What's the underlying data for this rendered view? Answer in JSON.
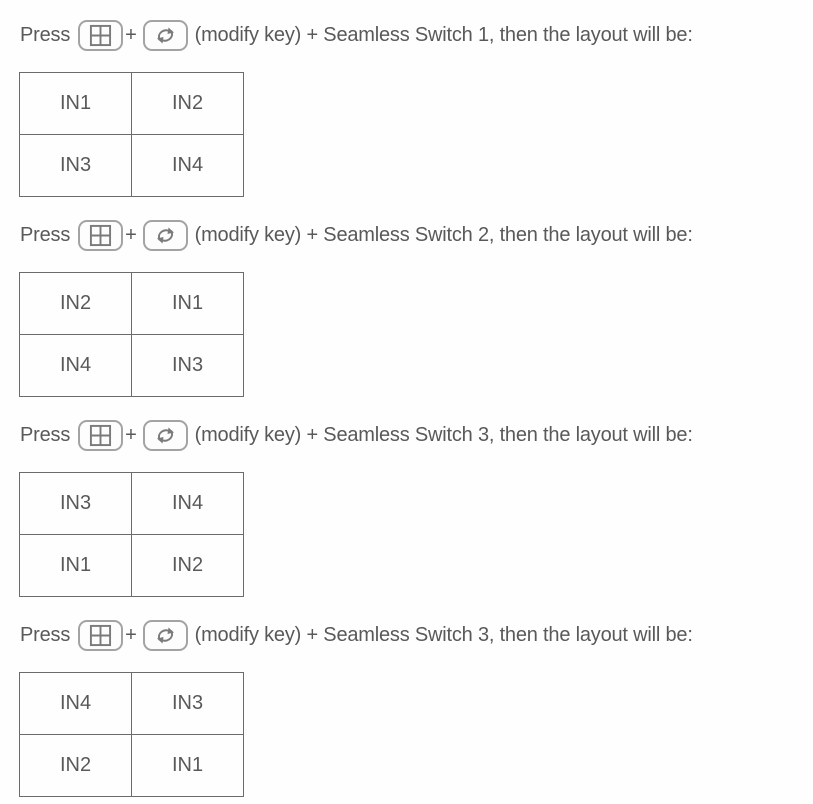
{
  "page": {
    "background": "#fefefe",
    "text_color": "#595959",
    "table_border_color": "#6b6b6b",
    "button_border_color": "#a3a3a3",
    "icon_stroke_color": "#7a7a7a"
  },
  "icons": {
    "quad_layout": "quad-layout-key-icon",
    "modify": "rotate-arrows-key-icon"
  },
  "sections": [
    {
      "instruction": {
        "press": "Press",
        "plus": "+",
        "rest": "(modify key) + Seamless Switch 1, then the layout will be:"
      },
      "cells": [
        [
          "IN1",
          "IN2"
        ],
        [
          "IN3",
          "IN4"
        ]
      ]
    },
    {
      "instruction": {
        "press": "Press",
        "plus": "+",
        "rest": "(modify key) + Seamless Switch 2, then the layout will be:"
      },
      "cells": [
        [
          "IN2",
          "IN1"
        ],
        [
          "IN4",
          "IN3"
        ]
      ]
    },
    {
      "instruction": {
        "press": "Press",
        "plus": "+",
        "rest": "(modify key) + Seamless Switch 3, then the layout will be:"
      },
      "cells": [
        [
          "IN3",
          "IN4"
        ],
        [
          "IN1",
          "IN2"
        ]
      ]
    },
    {
      "instruction": {
        "press": "Press",
        "plus": "+",
        "rest": "(modify key) + Seamless Switch 3, then the layout will be:"
      },
      "cells": [
        [
          "IN4",
          "IN3"
        ],
        [
          "IN2",
          "IN1"
        ]
      ]
    }
  ]
}
